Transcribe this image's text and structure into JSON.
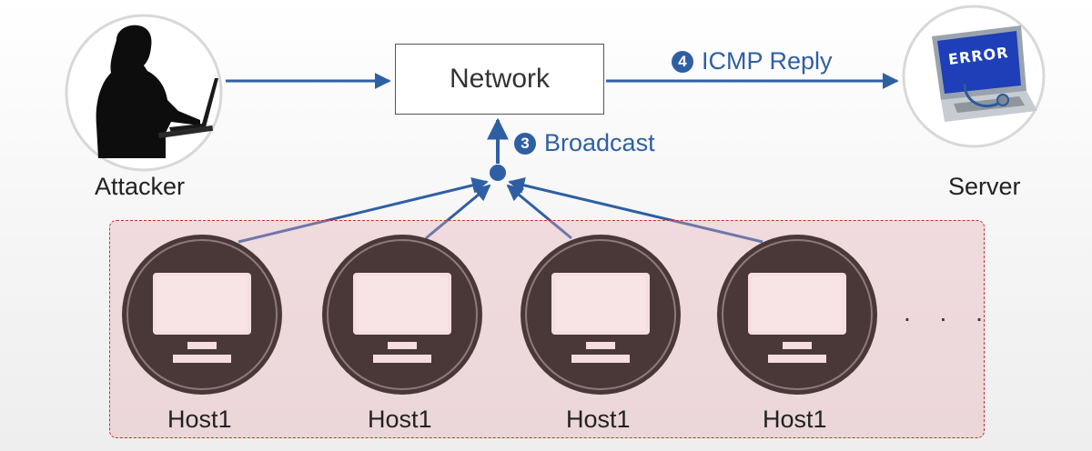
{
  "nodes": {
    "attacker": {
      "label": "Attacker"
    },
    "server": {
      "label": "Server",
      "screen_text": "ERROR"
    },
    "network": {
      "label": "Network"
    },
    "hosts": [
      {
        "label": "Host1"
      },
      {
        "label": "Host1"
      },
      {
        "label": "Host1"
      },
      {
        "label": "Host1"
      }
    ],
    "more_hosts": ". . ."
  },
  "steps": {
    "broadcast": {
      "number": "3",
      "label": "Broadcast"
    },
    "icmp_reply": {
      "number": "4",
      "label": "ICMP Reply"
    }
  },
  "colors": {
    "arrow": "#2f5fa3",
    "host_circle": "#4a3838",
    "host_screen": "#f6dede",
    "host_area_fill": "#e5aab2",
    "host_area_border": "#c9302c"
  }
}
